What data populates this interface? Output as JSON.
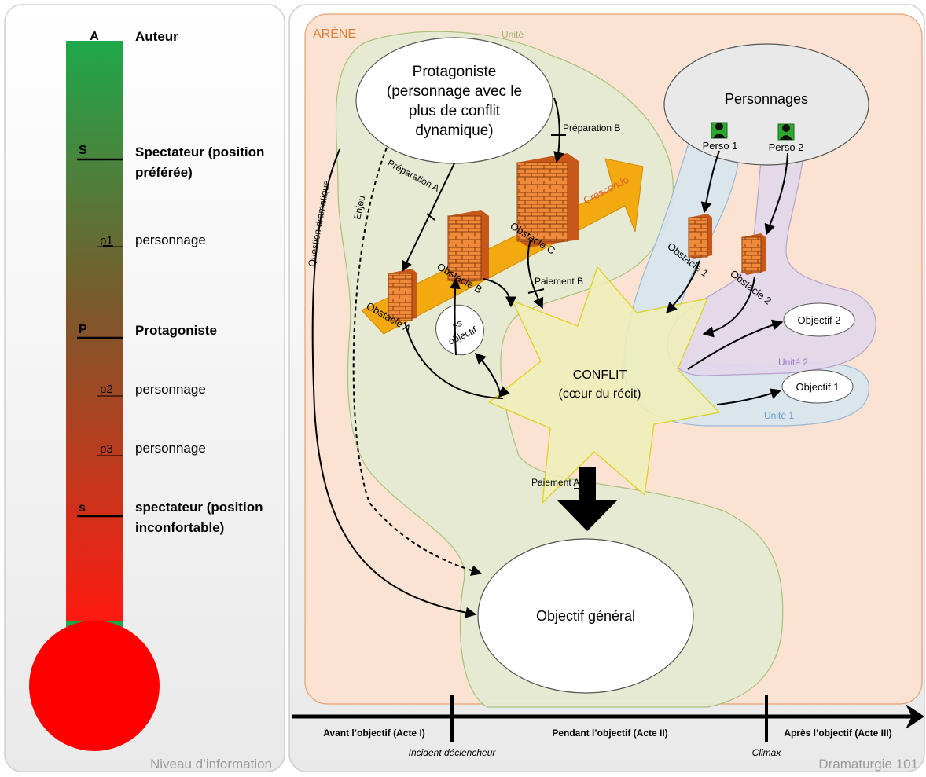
{
  "left_panel": {
    "footer": "Niveau d’information",
    "levels": [
      {
        "mark": "A",
        "label": "Auteur",
        "mark_bold": true,
        "label_bold": true
      },
      {
        "mark": "S",
        "label": "Spectateur (position",
        "label2": "préférée)",
        "mark_bold": true,
        "label_bold": true
      },
      {
        "mark": "p1",
        "label": "personnage",
        "mark_bold": false,
        "label_bold": false
      },
      {
        "mark": "P",
        "label": "Protagoniste",
        "mark_bold": true,
        "label_bold": true
      },
      {
        "mark": "p2",
        "label": "personnage",
        "mark_bold": false,
        "label_bold": false
      },
      {
        "mark": "p3",
        "label": "personnage",
        "mark_bold": false,
        "label_bold": false
      },
      {
        "mark": "s",
        "label": "spectateur (position",
        "label2": "inconfortable)",
        "mark_bold": true,
        "label_bold": true
      }
    ],
    "colors": {
      "top": "#1ea84a",
      "bottom": "#ff0000"
    }
  },
  "right_panel": {
    "footer": "Dramaturgie 101",
    "arena_label": "ARÈNE",
    "unite_label": "Unité",
    "unite1_label": "Unité 1",
    "unite2_label": "Unité 2",
    "protagonist": [
      "Protagoniste",
      "(personnage avec le",
      "plus de conflit",
      "dynamique)"
    ],
    "personnages": "Personnages",
    "perso1": "Perso 1",
    "perso2": "Perso 2",
    "crescendo": "Crescendo",
    "obstacles": {
      "a": "Obstacle A",
      "b": "Obstacle B",
      "c": "Obstacle C",
      "one": "Obstacle 1",
      "two": "Obstacle 2"
    },
    "ss_objectif": [
      "ss",
      "objectif"
    ],
    "conflit": [
      "CONFLIT",
      "(cœur du récit)"
    ],
    "objectif1": "Objectif 1",
    "objectif2": "Objectif 2",
    "objectif_general": "Objectif général",
    "arrows": {
      "preparation_a": "Préparation A",
      "preparation_b": "Préparation B",
      "paiement_a": "Paiement A",
      "paiement_b": "Paiement B",
      "question": "Question dramatique",
      "enjeu": "Enjeu"
    },
    "timeline": {
      "avant": "Avant l’objectif (Acte I)",
      "pendant": "Pendant l’objectif (Acte II)",
      "apres": "Après l’objectif (Acte III)",
      "incident": "Incident déclencheur",
      "climax": "Climax"
    },
    "colors": {
      "arena": "#fbe3d3",
      "unite": "#e5ead2",
      "unite1": "#d8e6ee",
      "unite2": "#e3d9ea",
      "arrow": "#f0a800"
    }
  }
}
